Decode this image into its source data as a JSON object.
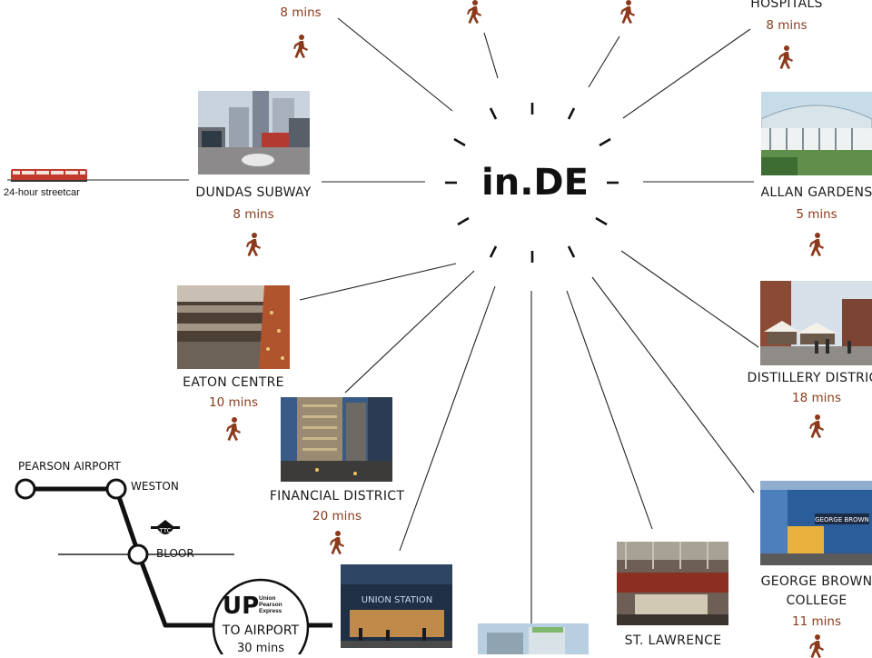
{
  "center": {
    "logo": "in.DE"
  },
  "destinations": [
    {
      "id": "top-left",
      "name": "",
      "time": "8 mins"
    },
    {
      "id": "hospitals",
      "name": "HOSPITALS",
      "time": "8 mins"
    },
    {
      "id": "dundas",
      "name": "DUNDAS SUBWAY",
      "time": "8 mins"
    },
    {
      "id": "allan",
      "name": "ALLAN GARDENS",
      "time": "5 mins"
    },
    {
      "id": "eaton",
      "name": "EATON CENTRE",
      "time": "10 mins"
    },
    {
      "id": "distillery",
      "name": "DISTILLERY DISTRICT",
      "time": "18 mins"
    },
    {
      "id": "financial",
      "name": "FINANCIAL DISTRICT",
      "time": "20 mins"
    },
    {
      "id": "georgebrown",
      "name": "GEORGE BROWN COLLEGE",
      "name_line1": "GEORGE BROWN",
      "name_line2": "COLLEGE",
      "time": "11 mins"
    },
    {
      "id": "stlawrence",
      "name": "ST. LAWRENCE",
      "time": ""
    }
  ],
  "streetcar": {
    "caption": "24-hour streetcar"
  },
  "transit_map": {
    "stations": [
      "PEARSON AIRPORT",
      "WESTON",
      "BLOOR"
    ],
    "up_logo": "UP",
    "up_brand_lines": [
      "Union",
      "Pearson",
      "Express"
    ],
    "to_airport": "TO AIRPORT",
    "to_airport_time": "30 mins"
  },
  "photo_signs": {
    "union_station": "UNION STATION",
    "george_brown_sign": "GEORGE BROWN"
  },
  "colors": {
    "accent": "#8b3a1c",
    "line": "#222222"
  },
  "icons": {
    "walk": "walking-person-icon",
    "streetcar": "streetcar-icon",
    "ttc": "ttc-logo-icon"
  }
}
